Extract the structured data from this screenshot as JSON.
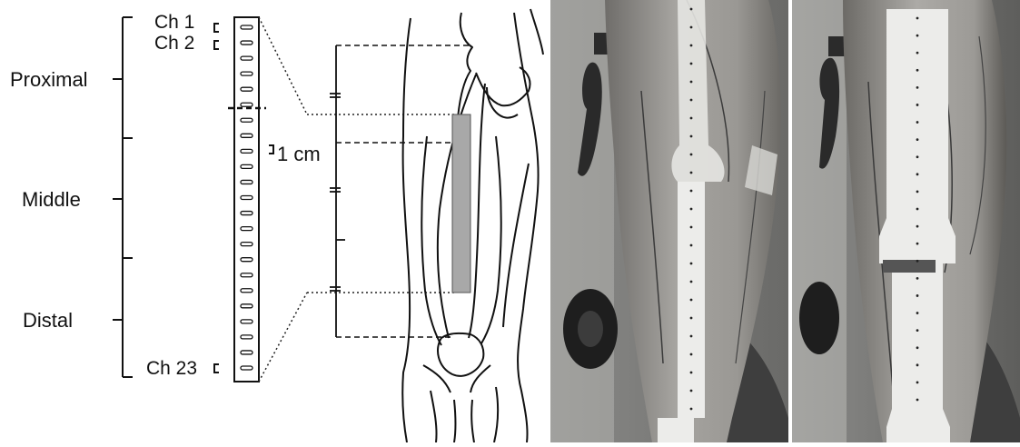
{
  "regions": {
    "proximal": "Proximal",
    "middle": "Middle",
    "distal": "Distal"
  },
  "channels": {
    "ch1": "Ch  1",
    "ch2": "Ch  2",
    "ch23": "Ch 23",
    "count": 23
  },
  "scale_label": "1 cm",
  "colors": {
    "line": "#111111",
    "electrode_area": "#a8a8a8",
    "photo_background": "#7a7a7a",
    "skin": "#9b9a97",
    "strip": "#f2f2f0"
  }
}
